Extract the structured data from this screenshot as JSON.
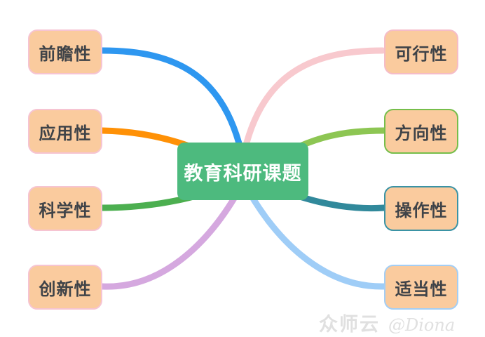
{
  "center": {
    "label": "教育科研课题",
    "bg_color": "#4DBA7E",
    "text_color": "#FFFFFF"
  },
  "leaf": {
    "fill_color": "#FACB9E",
    "text_color": "#3F4348"
  },
  "branches": {
    "left": [
      {
        "label": "前瞻性",
        "line_color": "#2E97F0",
        "border_color": "#F6C4D2"
      },
      {
        "label": "应用性",
        "line_color": "#FF9106",
        "border_color": "#F6C4D2"
      },
      {
        "label": "科学性",
        "line_color": "#4CAF50",
        "border_color": "#F6C4D2"
      },
      {
        "label": "创新性",
        "line_color": "#D5A8DF",
        "border_color": "#F6C4D2"
      }
    ],
    "right": [
      {
        "label": "可行性",
        "line_color": "#F8C9CE",
        "border_color": "#F5BCC8"
      },
      {
        "label": "方向性",
        "line_color": "#8DC653",
        "border_color": "#76BE4B"
      },
      {
        "label": "操作性",
        "line_color": "#31899B",
        "border_color": "#3A93A5"
      },
      {
        "label": "适当性",
        "line_color": "#9FCDF7",
        "border_color": "#A3CEF5"
      }
    ]
  },
  "watermark": {
    "brand": "众师云",
    "handle": "@Diona",
    "color": "#E0E0E0"
  }
}
